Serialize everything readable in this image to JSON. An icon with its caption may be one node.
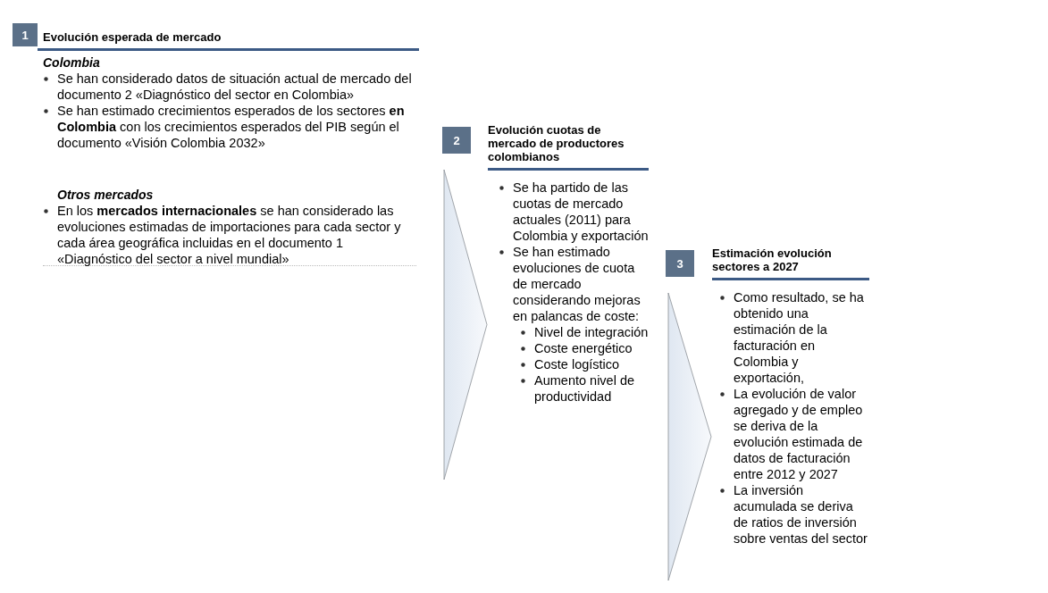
{
  "diagram": {
    "nodes": [
      {
        "text": [
          "1"
        ]
      },
      {
        "text": [
          "Evolución esperada de mercado",
          "Colombia",
          "Se han considerado datos de situación actual de mercado del documento 2 «Diagnóstico del sector en Colombia»",
          "Se han estimado crecimientos esperados de los sectores **en Colombia** con los crecimientos esperados del PIB según el documento «Visión Colombia 2032»",
          "Otros mercados",
          "En los **mercados internacionales** se han considerado las evoluciones estimadas de importaciones para cada sector y cada área geográfica incluidas en el documento 1 «Diagnóstico del sector a nivel mundial»"
        ]
      },
      {
        "text": [
          "2"
        ]
      },
      {
        "text": [
          "Evolución cuotas de mercado de productores colombianos",
          "Se ha partido de las cuotas de mercado actuales (2011) para Colombia y exportación",
          "Se han estimado evoluciones de cuota de mercado considerando mejoras en palancas de coste:",
          "Nivel de integración",
          "Coste energético",
          "Coste logístico",
          "Aumento nivel de productividad"
        ]
      },
      {
        "text": [
          "3"
        ]
      },
      {
        "text": [
          "Estimación evolución sectores a 2027",
          "Como resultado, se ha obtenido una estimación de la facturación en Colombia y exportación,",
          "La evolución de valor agregado y de empleo se deriva de la evolución estimada de datos de facturación entre 2012 y 2027",
          "La inversión acumulada se deriva de ratios de inversión sobre ventas del sector"
        ]
      },
      {
        "text": [],
        "shape": "chevron"
      },
      {
        "text": [],
        "shape": "chevron"
      }
    ]
  }
}
